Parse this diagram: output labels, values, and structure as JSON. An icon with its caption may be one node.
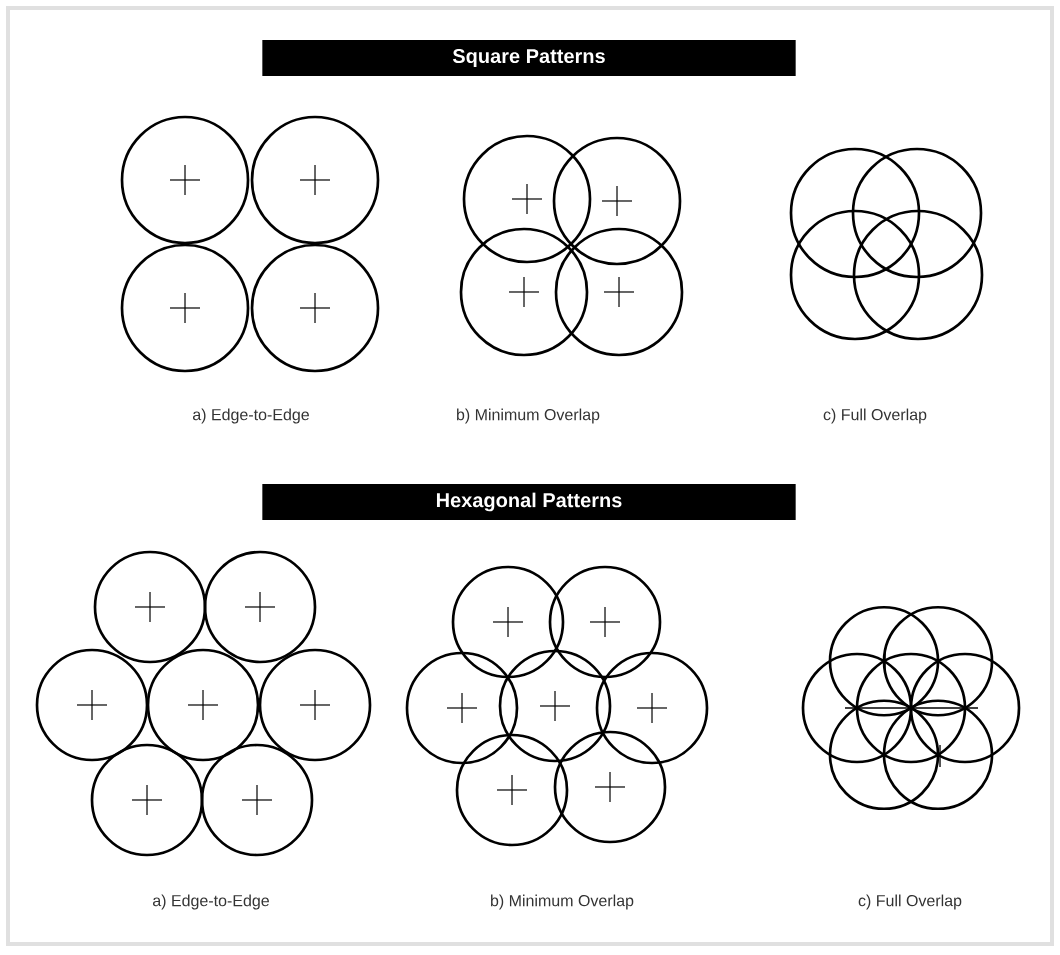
{
  "diagram": {
    "nodes": [
      {
        "text": [
          "Square Patterns"
        ]
      },
      {
        "text": [
          "Hexagonal Patterns"
        ]
      }
    ],
    "labels": [
      "a) Edge-to-Edge",
      "b) Minimum Overlap",
      "c) Full Overlap",
      "a) Edge-to-Edge",
      "b) Minimum Overlap",
      "c) Full Overlap"
    ]
  }
}
